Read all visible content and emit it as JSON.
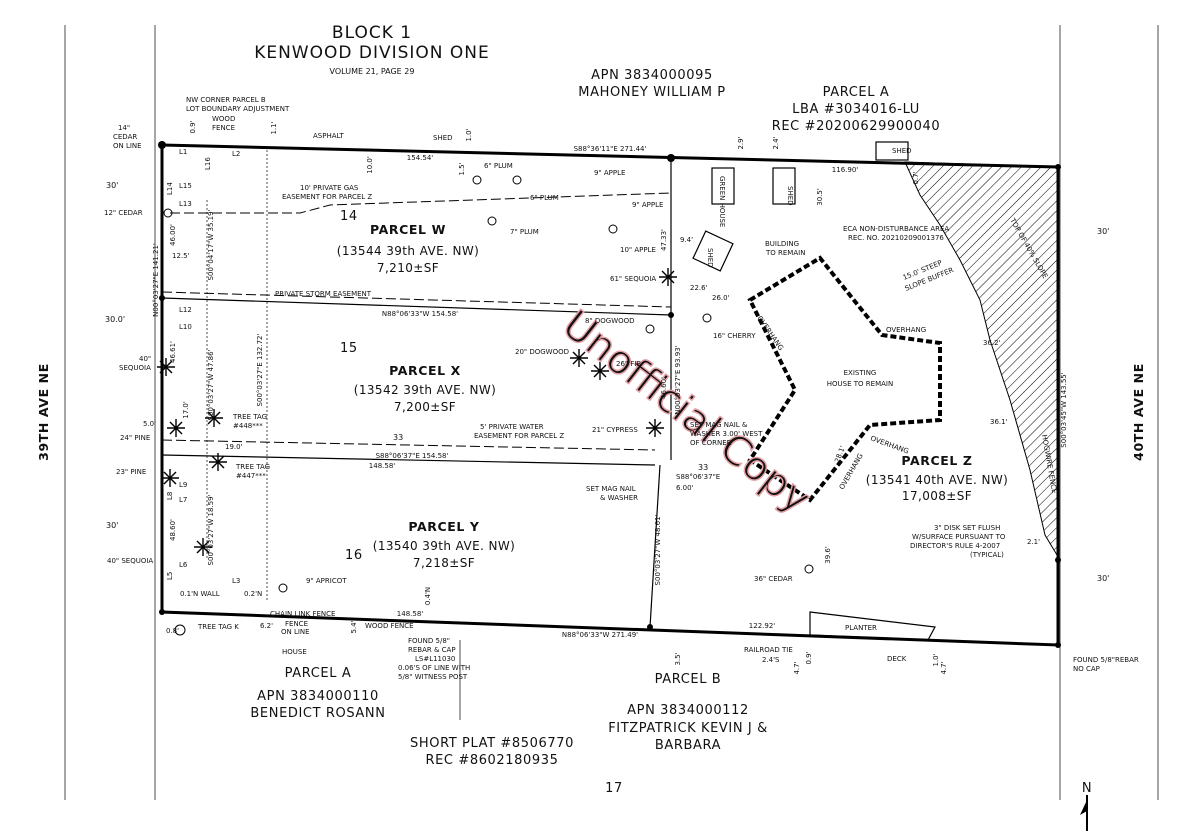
{
  "header": {
    "block": "BLOCK 1",
    "division": "KENWOOD DIVISION ONE",
    "volume": "VOLUME 21, PAGE 29",
    "apn_top": "APN 3834000095",
    "owner_top": "MAHONEY WILLIAM P",
    "parcel_a_top": "PARCEL A",
    "lba": "LBA #3034016-LU",
    "rec_top": "REC #20200629900040"
  },
  "streets": {
    "west": "39TH AVE NE",
    "east": "40TH AVE NE",
    "w30a": "30'",
    "w30b": "30'",
    "w30c": "30.0'",
    "e30a": "30'",
    "e30b": "30'"
  },
  "parcels": {
    "w": {
      "name": "PARCEL W",
      "address": "(13544 39th AVE. NW)",
      "area": "7,210±SF",
      "lot": "14"
    },
    "x": {
      "name": "PARCEL X",
      "address": "(13542 39th AVE. NW)",
      "area": "7,200±SF",
      "lot": "15"
    },
    "y": {
      "name": "PARCEL Y",
      "address": "(13540 39th AVE. NW)",
      "area": "7,218±SF",
      "lot": "16"
    },
    "z": {
      "name": "PARCEL Z",
      "address": "(13541 40th AVE. NW)",
      "area": "17,008±SF"
    }
  },
  "bearings": {
    "north": "S88°36'11\"E 271.44'",
    "south": "N88°06'33\"W 271.49'",
    "w_x": "N88°06'33\"W 154.58'",
    "x_y": "S88°06'37\"E 154.58'",
    "south_seg": "148.58'",
    "xy_seg": "148.58'",
    "north_seg": "154.54'",
    "z_north": "116.90'",
    "z_south": "122.92'",
    "west_line": "N00°03'27\"E 141.21'",
    "east_line": "S00°03'45\"W 143.55'",
    "mid_line": "N00°03'27\"E 93.93'",
    "mid_line2": "S00°03'27\"W 48.61'",
    "mid_s": "S88°06'37\"E",
    "mid_s2": "6.00'",
    "w_a": "S00°04'17\"W 35.19'",
    "w_b": "S00°03'27\"E 132.72'",
    "x_a": "S00°03'27\"W 47.86'",
    "y_a": "S00°03'27\"W 18.59'",
    "d46": "46.00'",
    "d4661": "46.61'",
    "d4860": "48.60'",
    "d4733": "47.33'",
    "d4660": "46.60'",
    "d125": "12.5'",
    "d170": "17.0'",
    "d50": "5.0'",
    "d190": "19.0'",
    "d226": "22.6'",
    "d260": "26.0'",
    "d362": "36.2'",
    "d361": "36.1'",
    "d305": "30.5'",
    "d396": "39.6'",
    "d281": "28.1'",
    "d94": "9.4'",
    "d21": "2.1'",
    "d100": "10.0'",
    "d11": "1.1'",
    "d09": "0.9'",
    "d29": "2.9'",
    "d24": "2.4'",
    "d15": "1.5'",
    "d10": "1.0'",
    "d07": "0.7'",
    "d62": "6.2'",
    "d54": "5.4'",
    "d04n": "0.4'N",
    "d02n": "0.2'N",
    "d01w": "0.1'N WALL",
    "d08": "0.8'",
    "d35": "3.5'",
    "d47a": "4.7'",
    "d47b": "4.7'",
    "d09b": "0.9'",
    "d10b": "1.0'",
    "d24b": "2.4'S",
    "m33a": "33",
    "m33b": "33"
  },
  "lines": [
    "L1",
    "L2",
    "L3",
    "L5",
    "L6",
    "L7",
    "L8",
    "L9",
    "L10",
    "L12",
    "L13",
    "L14",
    "L15",
    "L16"
  ],
  "labels": {
    "nw_corner": "NW CORNER PARCEL B",
    "lot_adj": "LOT BOUNDARY ADJUSTMENT",
    "wood_fence": "WOOD",
    "wood_fence2": "FENCE",
    "asphalt": "ASPHALT",
    "shed1": "SHED",
    "shed2": "SHED",
    "shed3": "SHED",
    "shed4": "SHED",
    "greenhouse": "GREEN HOUSE",
    "cedar14": "14\"",
    "cedar14b": "CEDAR",
    "cedar14c": "ON LINE",
    "gas": "10' PRIVATE GAS",
    "gas2": "EASEMENT FOR PARCEL Z",
    "storm": "PRIVATE STORM EASEMENT",
    "water": "5' PRIVATE WATER",
    "water2": "EASEMENT FOR PARCEL Z",
    "building": "BUILDING",
    "building2": "TO REMAIN",
    "existing": "EXISTING",
    "existing2": "HOUSE TO REMAIN",
    "overhang1": "OVERHANG",
    "overhang2": "OVERHANG",
    "overhang3": "OVERHANG",
    "overhang4": "OVERHANG",
    "eca": "ECA NON-DISTURBANCE AREA",
    "eca2": "REC. NO. 20210209001376",
    "steep": "15.0' STEEP",
    "steep2": "SLOPE BUFFER",
    "top_slope": "TOP OF 40% SLOPE",
    "hogwire": "HOGWIRE FENCE",
    "disk": "3\" DISK SET FLUSH",
    "disk2": "W/SURFACE PURSUANT TO",
    "disk3": "DIRECTOR'S RULE 4-2007",
    "disk4": "(TYPICAL)",
    "mag1": "SET MAG NAIL &",
    "mag1b": "WASHER 3.00' WEST",
    "mag1c": "OF CORNER",
    "mag2": "SET MAG NAIL",
    "mag2b": "& WASHER",
    "found": "FOUND 5/8\"",
    "found2": "REBAR & CAP",
    "found3": "LS#L11030",
    "found4": "0.06'S OF LINE WITH",
    "found5": "5/8\" WITNESS POST",
    "found_se": "FOUND 5/8\"REBAR",
    "found_se2": "NO CAP",
    "chainlink": "CHAIN LINK FENCE",
    "fence_online": "FENCE",
    "fence_online2": "ON LINE",
    "woodfence": "WOOD FENCE",
    "house": "HOUSE",
    "planter": "PLANTER",
    "railroad": "RAILROAD TIE",
    "deck": "DECK",
    "treetag_k": "TREE TAG K",
    "treetag_448": "TREE TAG",
    "treetag_448b": "#448***",
    "treetag_447": "TREE TAG",
    "treetag_447b": "#447***"
  },
  "trees": {
    "plum6a": "6\" PLUM",
    "plum6b": "6\" PLUM",
    "plum7": "7\" PLUM",
    "apple9a": "9\" APPLE",
    "apple9b": "9\" APPLE",
    "apple10": "10\" APPLE",
    "sequoia61": "61\" SEQUOIA",
    "cedar12": "12\" CEDAR",
    "sequoia40a": "40\"",
    "sequoia40a2": "SEQUOIA",
    "pine24": "24\" PINE",
    "pine23": "23\" PINE",
    "sequoia40b": "40\" SEQUOIA",
    "dogwood8": "8\" DOGWOOD",
    "dogwood20": "20\" DOGWOOD",
    "fir26": "26\" FIR",
    "cherry16": "16\" CHERRY",
    "cypress21": "21\" CYPRESS",
    "apricot9": "9\" APRICOT",
    "cedar36": "36\" CEDAR"
  },
  "bottom": {
    "parcel_a": "PARCEL A",
    "parcel_b": "PARCEL B",
    "apn_a": "APN 3834000110",
    "owner_a": "BENEDICT ROSANN",
    "apn_b": "APN 3834000112",
    "owner_b": "FITZPATRICK KEVIN J &",
    "owner_b2": "BARBARA",
    "short_plat": "SHORT PLAT #8506770",
    "rec": "REC #8602180935",
    "lot17": "17"
  },
  "north": "N",
  "watermark": "Unofficial Copy"
}
